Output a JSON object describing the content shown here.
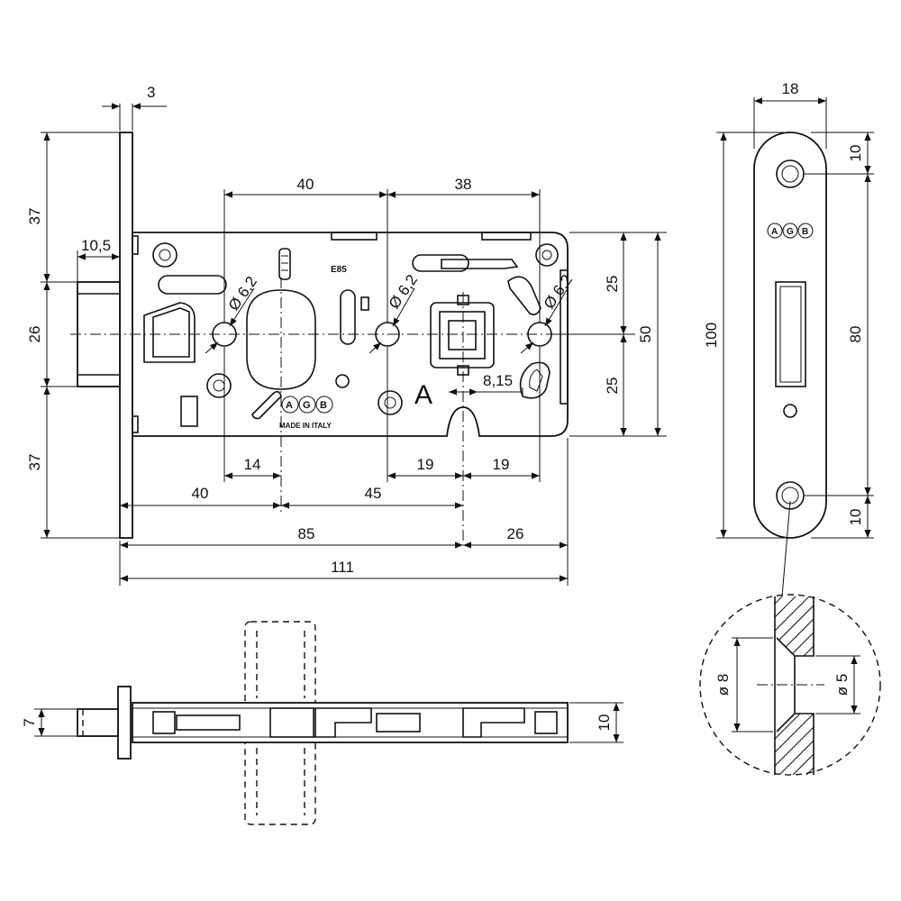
{
  "front_view": {
    "dims": {
      "faceplate_thickness": "3",
      "top_length": "37",
      "bolt_projection": "10,5",
      "bolt_height": "26",
      "bottom_length": "37",
      "hole_to_center": "40",
      "center_to_square": "38",
      "upper_half": "25",
      "lower_half": "25",
      "total_height": "50",
      "hole_dia_left": "Ø 6,2",
      "hole_dia_mid": "Ø 6,2",
      "hole_dia_right": "Ø 6,2",
      "offset_8_15": "8,15",
      "cyl_offset": "14",
      "mid_19_left": "19",
      "mid_19_right": "19",
      "backset": "40",
      "center_distance": "45",
      "width_85": "85",
      "width_26": "26",
      "total_width": "111"
    },
    "marking_model": "E85",
    "marking_brand": "AGB",
    "marking_origin": "MADE IN ITALY",
    "side_letter": "A"
  },
  "strike_plate": {
    "dims": {
      "width": "18",
      "top_hole": "10",
      "height": "100",
      "hole_spacing": "80",
      "bottom_hole": "10"
    },
    "brand": "AGB"
  },
  "bottom_view": {
    "dims": {
      "bolt_thickness": "7",
      "body_thickness": "10"
    }
  },
  "detail_view": {
    "dims": {
      "outer_dia": "ø 8",
      "inner_dia": "ø 5"
    }
  }
}
